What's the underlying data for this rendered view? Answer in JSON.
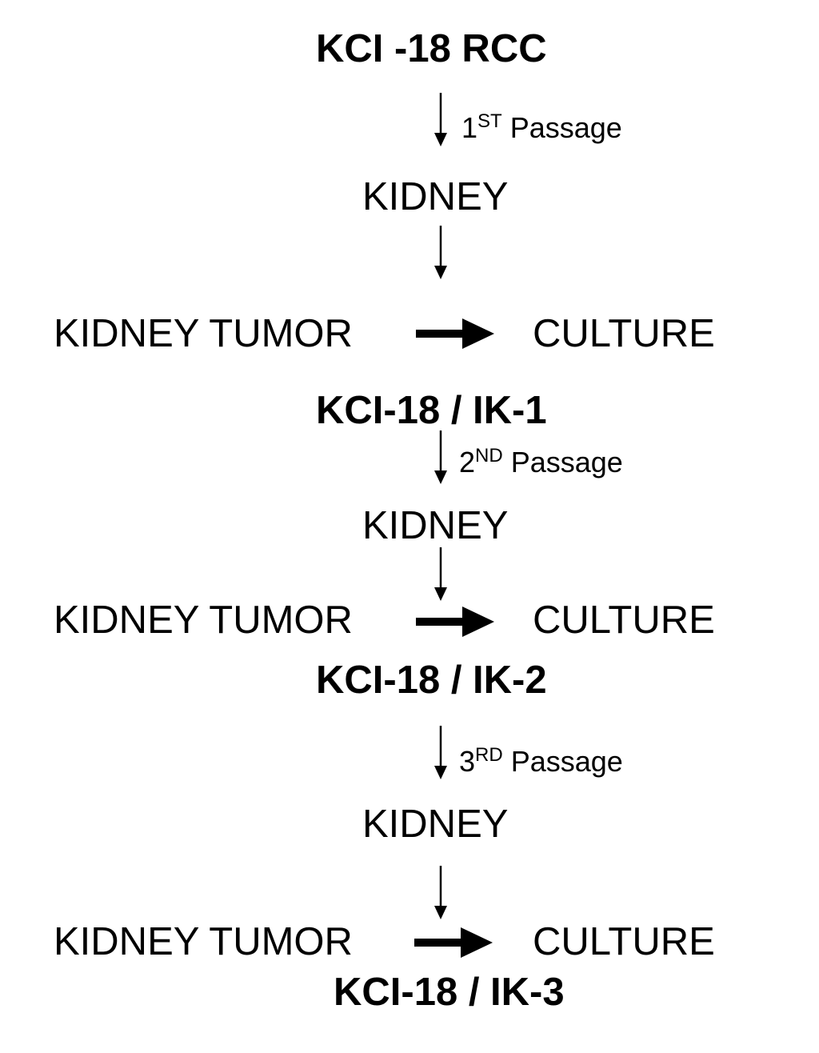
{
  "title": "KCI -18 RCC",
  "passages": [
    {
      "number": "1",
      "suffix": "ST",
      "word": "Passage"
    },
    {
      "number": "2",
      "suffix": "ND",
      "word": "Passage"
    },
    {
      "number": "3",
      "suffix": "RD",
      "word": "Passage"
    }
  ],
  "stages": [
    {
      "kidney": "KIDNEY",
      "tumor": "KIDNEY TUMOR",
      "culture": "CULTURE",
      "line": "KCI-18 / IK-1"
    },
    {
      "kidney": "KIDNEY",
      "tumor": "KIDNEY TUMOR",
      "culture": "CULTURE",
      "line": "KCI-18 / IK-2"
    },
    {
      "kidney": "KIDNEY",
      "tumor": "KIDNEY TUMOR",
      "culture": "CULTURE",
      "line": "KCI-18 / IK-3"
    }
  ]
}
